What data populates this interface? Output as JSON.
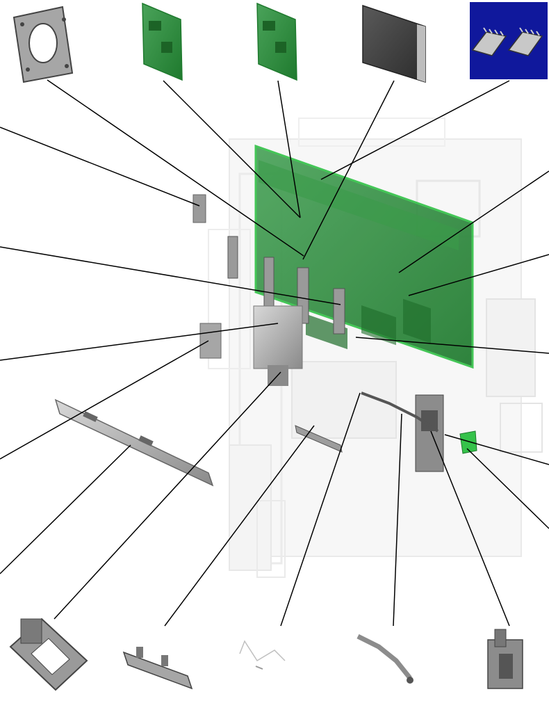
{
  "diagram": {
    "type": "exploded-parts-callout",
    "callout_color": "#000000",
    "board_color": "#2f8f3a",
    "board_highlight": "#35c24a",
    "chip_panel_color": "#10189c",
    "parts": [
      {
        "id": "bracket-frame",
        "icon": "mounting-bracket-icon"
      },
      {
        "id": "pcb-card-1",
        "icon": "circuit-card-icon"
      },
      {
        "id": "pcb-card-2",
        "icon": "circuit-card-icon"
      },
      {
        "id": "plate",
        "icon": "metal-plate-icon"
      },
      {
        "id": "ic-chips",
        "icon": "ic-chip-icon"
      },
      {
        "id": "base-bracket",
        "icon": "base-bracket-icon"
      },
      {
        "id": "mount-rail",
        "icon": "mounting-rail-icon"
      },
      {
        "id": "wire-cable",
        "icon": "cable-icon"
      },
      {
        "id": "lever-arm",
        "icon": "lever-arm-icon"
      },
      {
        "id": "side-bracket",
        "icon": "side-bracket-icon"
      },
      {
        "id": "main-board",
        "icon": "main-board-icon"
      },
      {
        "id": "long-rail",
        "icon": "long-rail-icon"
      }
    ]
  }
}
